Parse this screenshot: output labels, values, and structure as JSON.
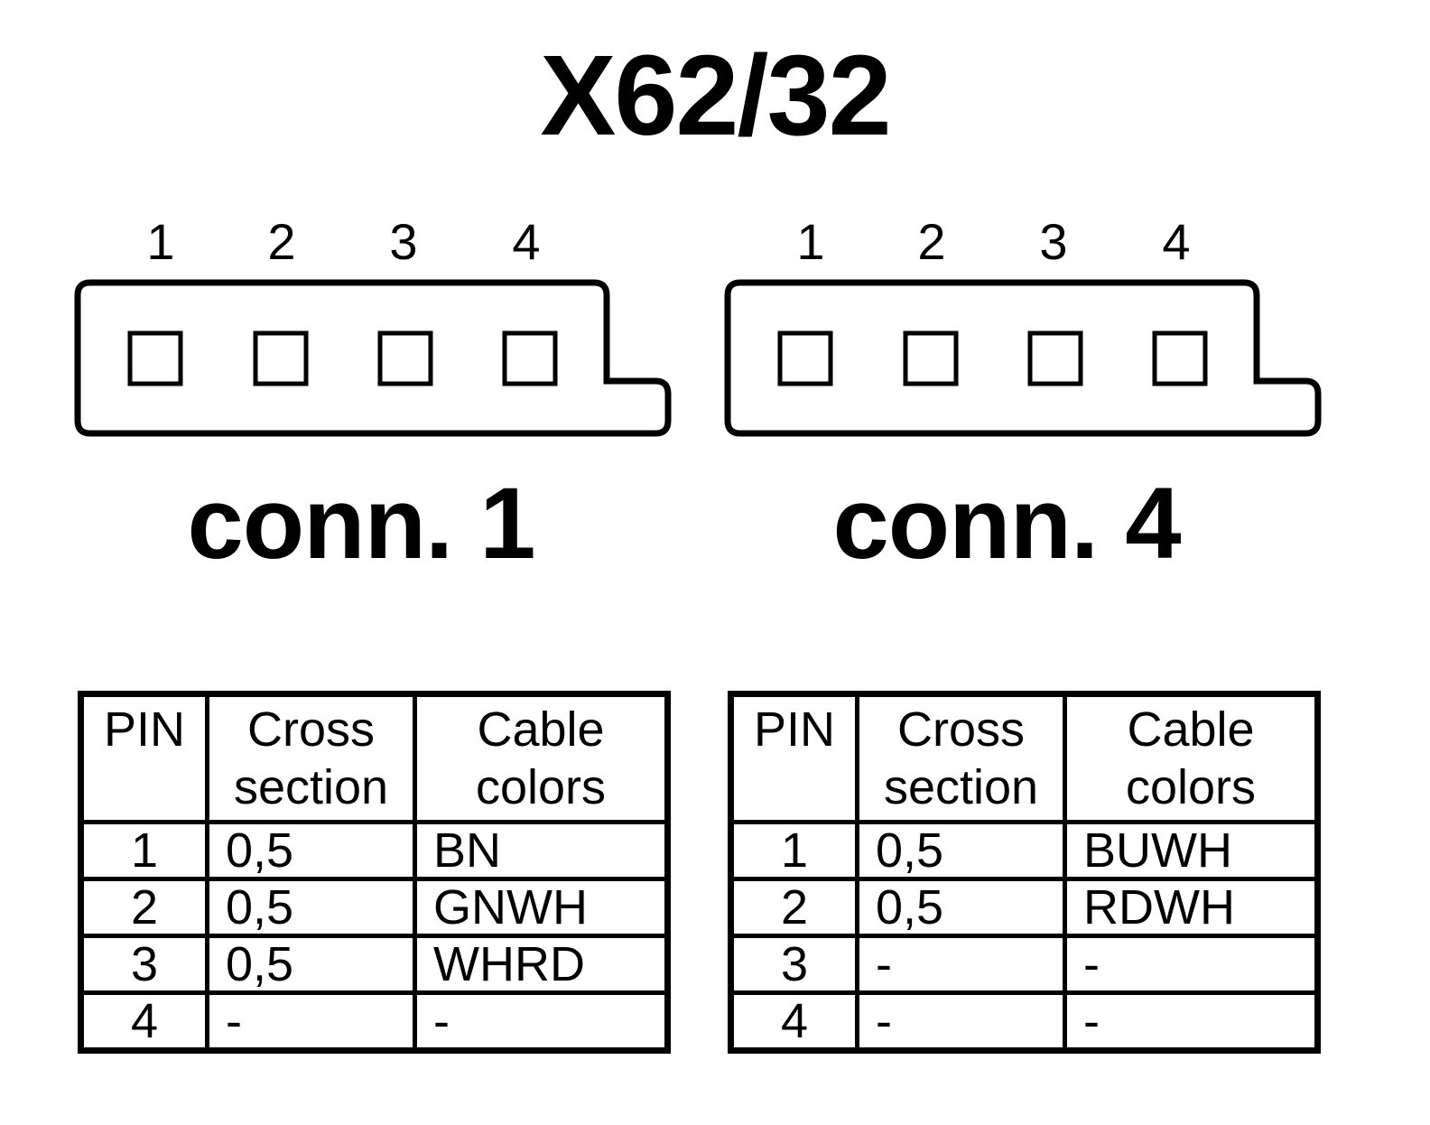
{
  "title": "X62/32",
  "connectors": [
    {
      "label": "conn. 1",
      "pin_numbers": [
        "1",
        "2",
        "3",
        "4"
      ],
      "table": {
        "headers": {
          "pin": "PIN",
          "cross": [
            "Cross",
            "section"
          ],
          "colors": [
            "Cable",
            "colors"
          ]
        },
        "rows": [
          {
            "pin": "1",
            "cross": "0,5",
            "color": "BN"
          },
          {
            "pin": "2",
            "cross": "0,5",
            "color": "GNWH"
          },
          {
            "pin": "3",
            "cross": "0,5",
            "color": "WHRD"
          },
          {
            "pin": "4",
            "cross": "-",
            "color": "-"
          }
        ]
      }
    },
    {
      "label": "conn. 4",
      "pin_numbers": [
        "1",
        "2",
        "3",
        "4"
      ],
      "table": {
        "headers": {
          "pin": "PIN",
          "cross": [
            "Cross",
            "section"
          ],
          "colors": [
            "Cable",
            "colors"
          ]
        },
        "rows": [
          {
            "pin": "1",
            "cross": "0,5",
            "color": "BUWH"
          },
          {
            "pin": "2",
            "cross": "0,5",
            "color": "RDWH"
          },
          {
            "pin": "3",
            "cross": "-",
            "color": "-"
          },
          {
            "pin": "4",
            "cross": "-",
            "color": "-"
          }
        ]
      }
    }
  ]
}
